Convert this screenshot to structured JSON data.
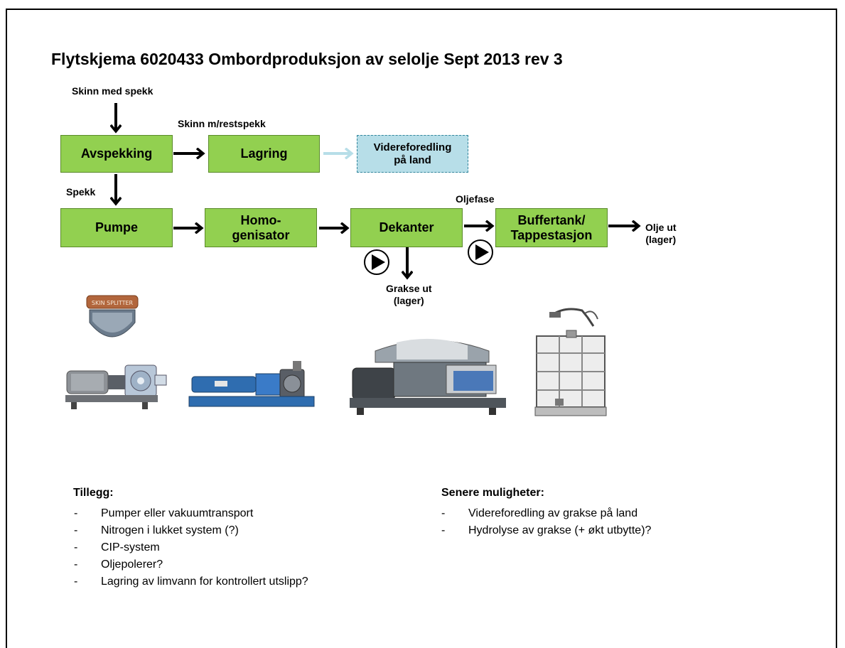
{
  "title": "Flytskjema 6020433 Ombordproduksjon av selolje  Sept 2013 rev 3",
  "flow": {
    "input_label": "Skinn med spekk",
    "restspekk_label": "Skinn m/restspekk",
    "spekk_label": "Spekk",
    "oljefase_label": "Oljefase",
    "boxes": {
      "avspekking": "Avspekking",
      "lagring": "Lagring",
      "videreforedling": "Videreforedling\npå land",
      "pumpe": "Pumpe",
      "homogenisator": "Homo-\ngenisator",
      "dekanter": "Dekanter",
      "buffertank": "Buffertank/\nTappestasjon"
    },
    "output_oil": "Olje ut\n(lager)",
    "output_grakse": "Grakse ut\n(lager)",
    "stamp_text": "SKIN SPLITTER"
  },
  "colors": {
    "process_box": "#92d050",
    "future_box": "#b7dee8",
    "faded_arrow": "#b7dee8"
  },
  "tillegg": {
    "heading": "Tillegg:",
    "items": [
      "Pumper eller vakuumtransport",
      "Nitrogen i lukket system (?)",
      "CIP-system",
      "Oljepolerer?",
      "Lagring av limvann for kontrollert utslipp?"
    ]
  },
  "senere": {
    "heading": "Senere muligheter:",
    "items": [
      "Videreforedling av grakse på land",
      "Hydrolyse av grakse (+ økt utbytte)?"
    ]
  },
  "dash": "-"
}
